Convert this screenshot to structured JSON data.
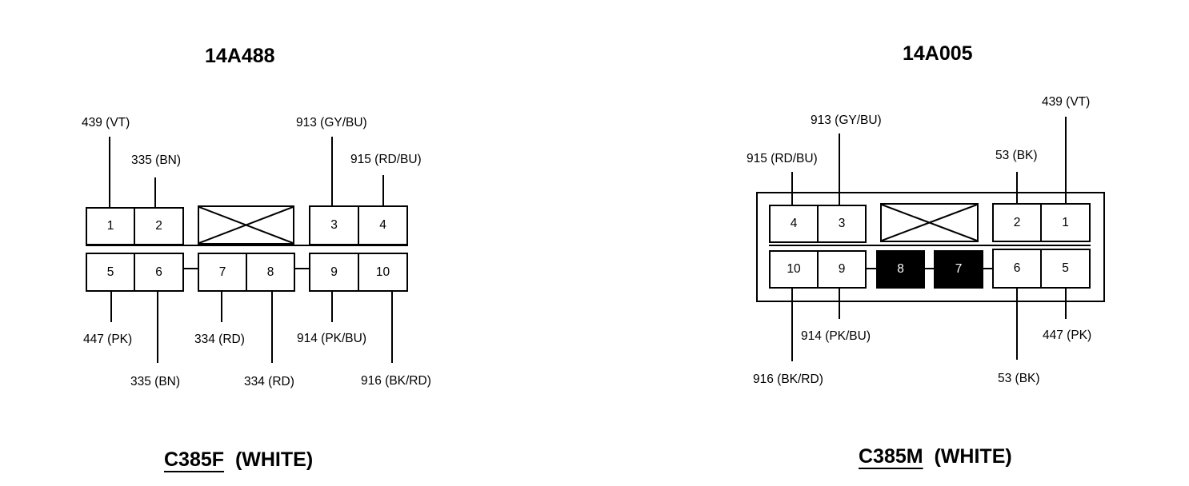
{
  "left": {
    "title": "14A488",
    "connector_code": "C385F",
    "connector_color": "(WHITE)",
    "pins": [
      "1",
      "2",
      "3",
      "4",
      "5",
      "6",
      "7",
      "8",
      "9",
      "10"
    ],
    "wires": {
      "pin1": "439 (VT)",
      "pin2": "335 (BN)",
      "pin3": "913 (GY/BU)",
      "pin4": "915 (RD/BU)",
      "pin5": "447 (PK)",
      "pin6": "335 (BN)",
      "pin7": "334 (RD)",
      "pin8": "334 (RD)",
      "pin9": "914 (PK/BU)",
      "pin10": "916 (BK/RD)"
    }
  },
  "right": {
    "title": "14A005",
    "connector_code": "C385M",
    "connector_color": "(WHITE)",
    "pins": [
      "4",
      "3",
      "2",
      "1",
      "10",
      "9",
      "8",
      "7",
      "6",
      "5"
    ],
    "wires": {
      "pin1": "439 (VT)",
      "pin2": "53 (BK)",
      "pin3": "913 (GY/BU)",
      "pin4": "915 (RD/BU)",
      "pin5": "447 (PK)",
      "pin6": "53 (BK)",
      "pin9": "914 (PK/BU)",
      "pin10": "916 (BK/RD)"
    }
  }
}
